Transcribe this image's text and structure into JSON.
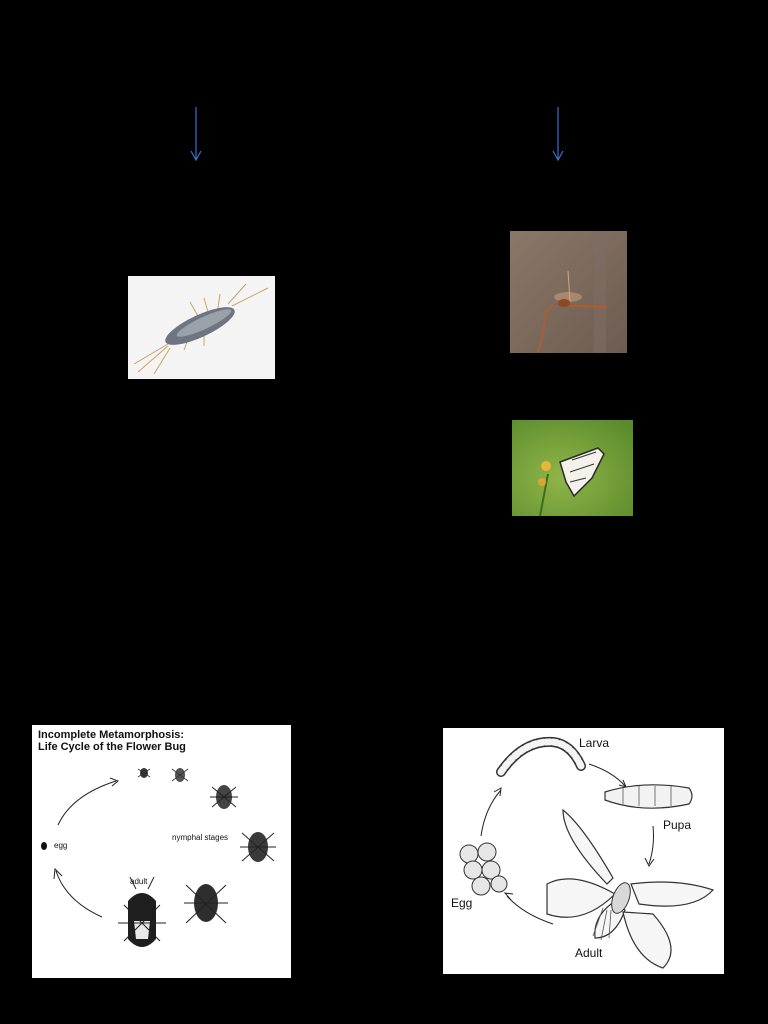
{
  "colors": {
    "background": "#000000",
    "arrow": "#3b6fd1"
  },
  "left_branch": {
    "arrow_icon": "arrow-down-icon",
    "photo": "silverfish",
    "diagram": {
      "title_line1": "Incomplete Metamorphosis:",
      "title_line2": "Life Cycle of the Flower Bug",
      "label_egg": "egg",
      "label_nymphal": "nymphal stages",
      "label_adult": "adult"
    }
  },
  "right_branch": {
    "arrow_icon": "arrow-down-icon",
    "photos": [
      "dragonfly",
      "butterfly"
    ],
    "diagram": {
      "label_larva": "Larva",
      "label_pupa": "Pupa",
      "label_egg": "Egg",
      "label_adult": "Adult"
    }
  }
}
